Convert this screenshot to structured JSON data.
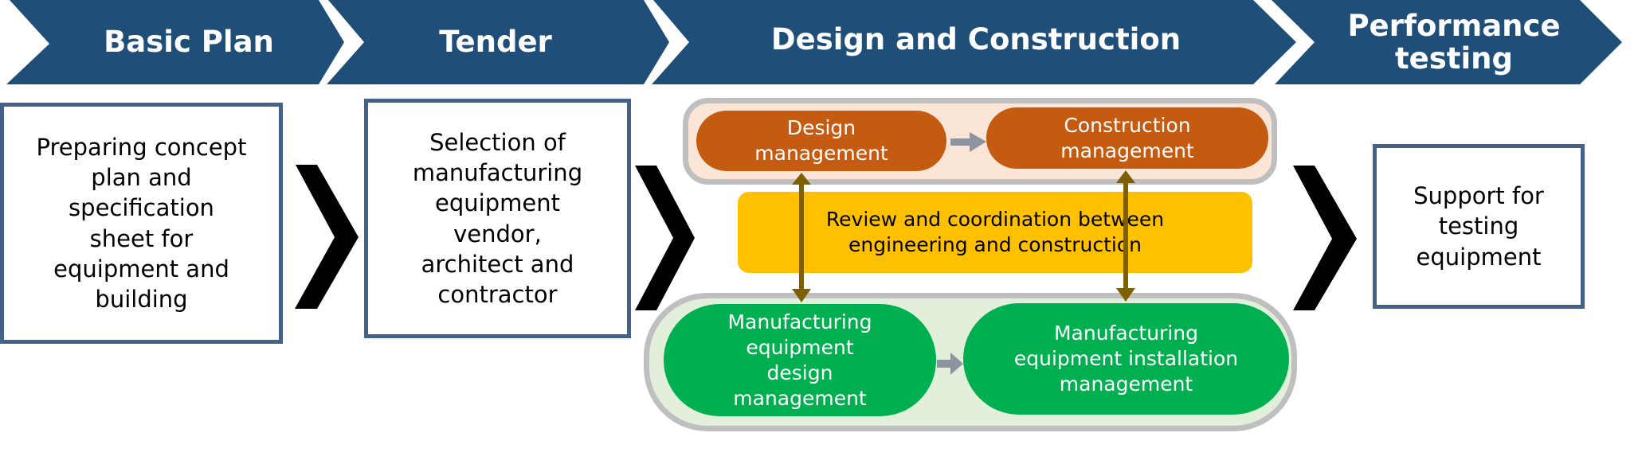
{
  "colors": {
    "header": "#1F4E79",
    "box_border": "#44618A",
    "orange_pill": "#C55A11",
    "orange_container": "#FBE5D6",
    "green_pill": "#00B050",
    "green_container": "#E2EFDA",
    "yellow": "#FFC000",
    "connector_arrow": "#7F6000",
    "flow_arrow": "#8C959F",
    "container_border": "#BFBFBF"
  },
  "phases": [
    {
      "label": "Basic Plan"
    },
    {
      "label": "Tender"
    },
    {
      "label": "Design and Construction"
    },
    {
      "label": "Performance\ntesting"
    }
  ],
  "boxes": {
    "basic_plan": "Preparing concept\nplan and\nspecification\nsheet for\nequipment and\nbuilding",
    "tender": "Selection of\nmanufacturing\nequipment\nvendor,\narchitect and\ncontractor",
    "performance": "Support for\ntesting\nequipment"
  },
  "design_construction": {
    "top": {
      "design": "Design\nmanagement",
      "construction": "Construction\nmanagement"
    },
    "center": "Review and coordination between\nengineering and construction",
    "bottom": {
      "equipment_design": "Manufacturing\nequipment\ndesign\nmanagement",
      "equipment_installation": "Manufacturing\nequipment installation\nmanagement"
    }
  }
}
